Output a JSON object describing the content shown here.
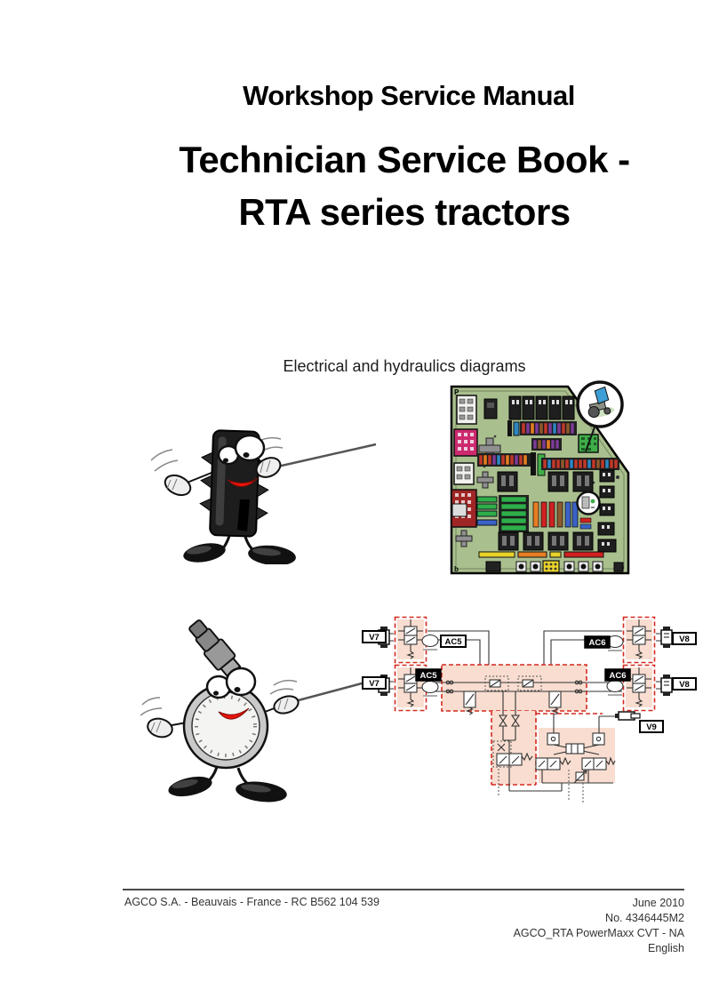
{
  "document": {
    "kicker": "Workshop Service Manual",
    "title_line1": "Technician Service Book -",
    "title_line2": "RTA series tractors",
    "section_caption": "Electrical and hydraulics diagrams"
  },
  "footer": {
    "company_line": "AGCO S.A. - Beauvais - France - RC B562 104 539",
    "date": "June 2010",
    "number": "No. 4346445M2",
    "model": "AGCO_RTA PowerMaxx CVT - NA",
    "language": "English"
  },
  "electrical_board": {
    "marker_top_left": "P",
    "marker_bottom_left": "b",
    "board_color": "#a9bf8e"
  },
  "hydraulic_diagram": {
    "labels": {
      "v7_top": "V7",
      "v7_bottom": "V7",
      "ac5_top": "AC5",
      "ac5_bottom": "AC5",
      "ac6_top": "AC6",
      "ac6_bottom": "AC6",
      "v8_top": "V8",
      "v8_bottom": "V8",
      "v9": "V9"
    },
    "highlight_color": "#f8ddd0",
    "dash_color": "#d42a1e"
  }
}
